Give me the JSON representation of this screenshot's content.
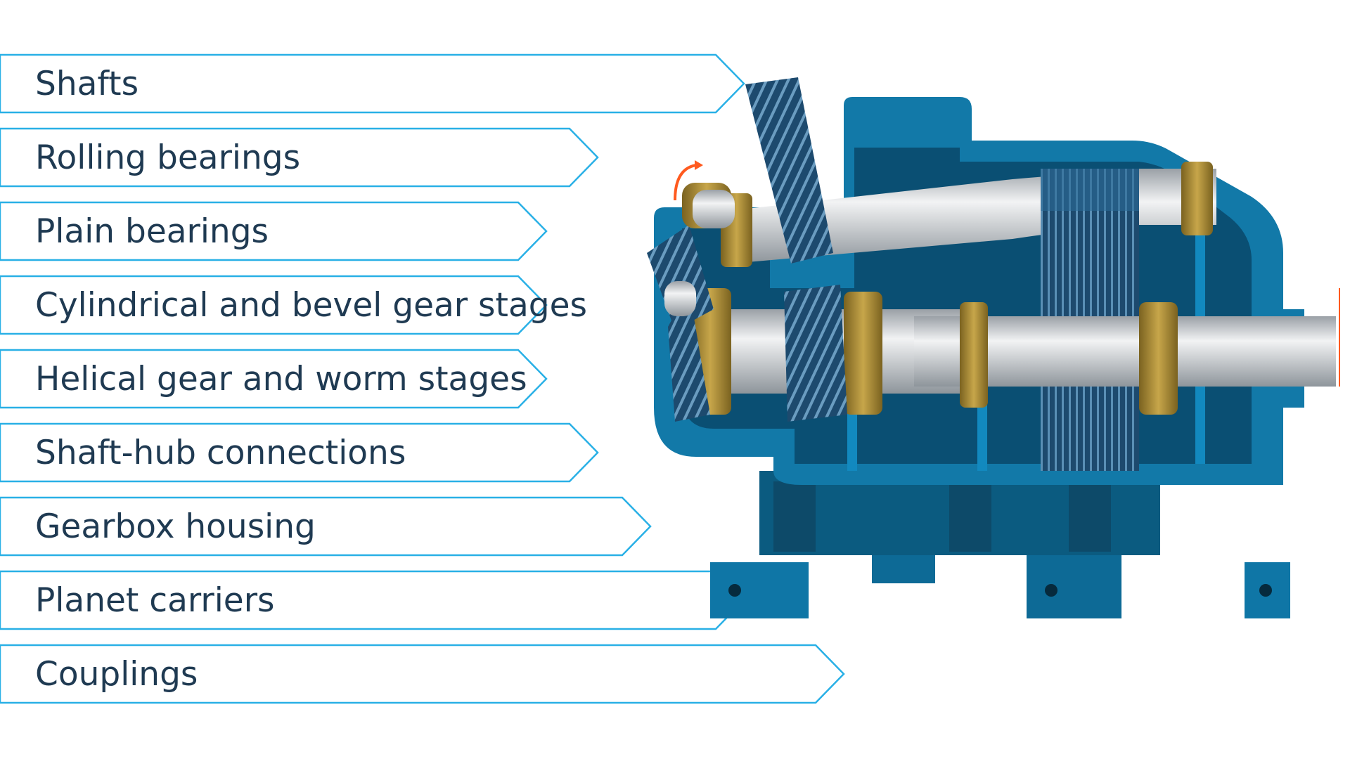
{
  "categories": [
    "Shafts",
    "Rolling bearings",
    "Plain bearings",
    "Cylindrical and bevel gear stages",
    "Helical gear and worm stages",
    "Shaft-hub connections",
    "Gearbox housing",
    "Planet carriers",
    "Couplings"
  ],
  "colors": {
    "accent": "#29b0e6",
    "label_text": "#1f3a52",
    "housing": "#0a5f87",
    "housing_light": "#1279a8",
    "gear": "#1d4a6e",
    "bearing": "#a8892d",
    "shaft": "#c9cdd1",
    "rotation_arrow": "#ff5a1f"
  },
  "illustration": {
    "icon": "gearbox-cutaway-illustration"
  }
}
